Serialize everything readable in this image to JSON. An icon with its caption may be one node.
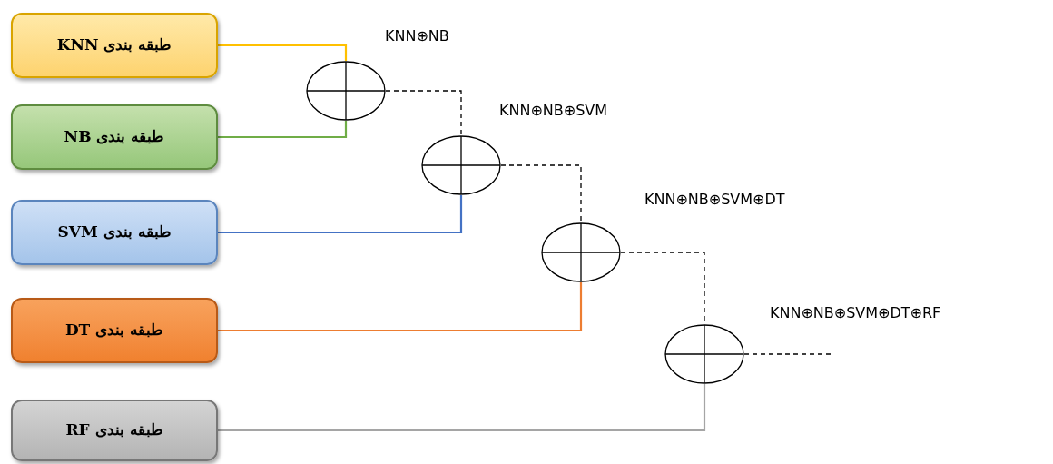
{
  "diagram": {
    "nodes": [
      {
        "text": [
          "طبقه بندی KNN"
        ]
      },
      {
        "text": [
          "طبقه بندی NB"
        ]
      },
      {
        "text": [
          "طبقه بندی SVM"
        ]
      },
      {
        "text": [
          "طبقه بندی DT"
        ]
      },
      {
        "text": [
          "طبقه بندی RF"
        ]
      },
      {
        "text": [],
        "shape": "circle",
        "beside": [
          "KNN⊕NB"
        ]
      },
      {
        "text": [],
        "shape": "circle",
        "beside": [
          "KNN⊕NB⊕SVM"
        ]
      },
      {
        "text": [],
        "shape": "circle",
        "beside": [
          "KNN⊕NB⊕SVM⊕DT"
        ]
      },
      {
        "text": [],
        "shape": "circle",
        "beside": [
          "KNN⊕NB⊕SVM⊕DT⊕RF"
        ]
      }
    ],
    "edges": [
      {
        "from": 0,
        "to": 5,
        "arrow": "none",
        "color": "#ffc000"
      },
      {
        "from": 1,
        "to": 5,
        "arrow": "none",
        "color": "#70ad47"
      },
      {
        "from": 5,
        "to": 6,
        "arrow": "none",
        "style": "dashed",
        "color": "#000000"
      },
      {
        "from": 2,
        "to": 6,
        "arrow": "none",
        "color": "#4472c4"
      },
      {
        "from": 6,
        "to": 7,
        "arrow": "none",
        "style": "dashed",
        "color": "#000000"
      },
      {
        "from": 3,
        "to": 7,
        "arrow": "none",
        "color": "#ed7d31"
      },
      {
        "from": 7,
        "to": 8,
        "arrow": "none",
        "style": "dashed",
        "color": "#000000"
      },
      {
        "from": 4,
        "to": 8,
        "arrow": "none",
        "color": "#a5a5a5"
      },
      {
        "from": 8,
        "to": null,
        "arrow": "none",
        "style": "dashed",
        "color": "#000000"
      }
    ]
  }
}
